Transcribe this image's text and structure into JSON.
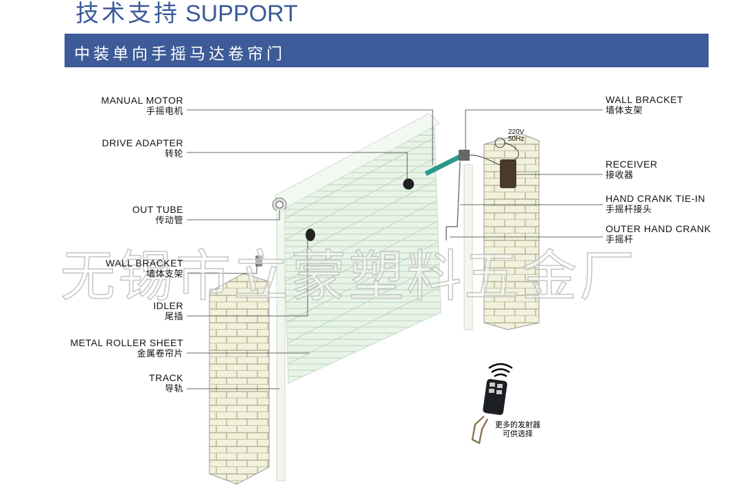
{
  "header": {
    "title_cn": "技术支持",
    "title_en": "SUPPORT",
    "banner": "中装单向手摇马达卷帘门"
  },
  "labels_left": [
    {
      "en": "MANUAL MOTOR",
      "cn": "手摇电机"
    },
    {
      "en": "DRIVE ADAPTER",
      "cn": "转轮"
    },
    {
      "en": "OUT TUBE",
      "cn": "传动管"
    },
    {
      "en": "WALL BRACKET",
      "cn": "墙体支架"
    },
    {
      "en": "IDLER",
      "cn": "尾插"
    },
    {
      "en": "METAL ROLLER SHEET",
      "cn": "金属卷帘片"
    },
    {
      "en": "TRACK",
      "cn": "导轨"
    }
  ],
  "labels_right": [
    {
      "en": "WALL BRACKET",
      "cn": "墙体支架"
    },
    {
      "en": "RECEIVER",
      "cn": "接收器"
    },
    {
      "en": "HAND CRANK TIE-IN",
      "cn": "手摇杆接头"
    },
    {
      "en": "OUTER HAND CRANK",
      "cn": "手摇杆"
    }
  ],
  "power": {
    "voltage": "220V",
    "freq": "50Hz"
  },
  "remote": {
    "line1": "更多的发射器",
    "line2": "可供选择"
  },
  "watermark": "无锡市立蒙塑料五金厂",
  "colors": {
    "brand": "#3d5b98",
    "shutter": "#e6f3e6",
    "brick": "#efefd9"
  }
}
